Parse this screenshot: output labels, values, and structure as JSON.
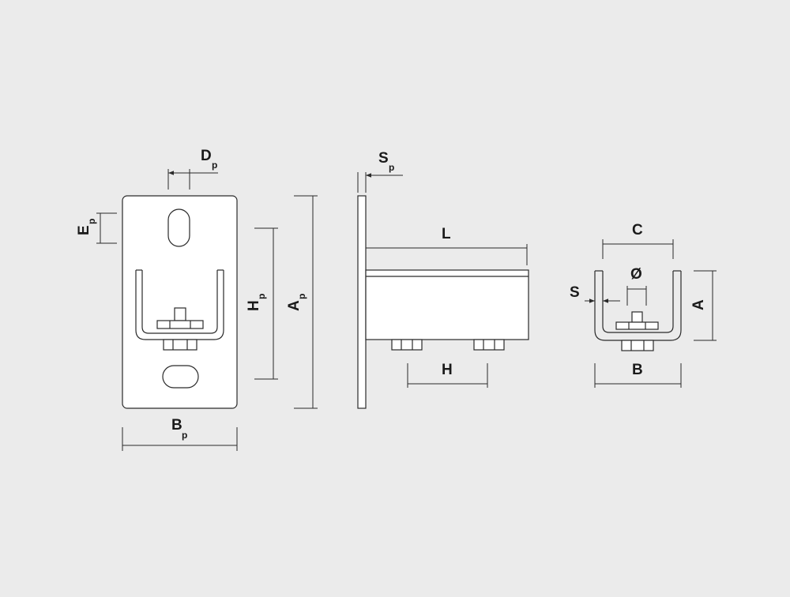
{
  "labels": {
    "dp": {
      "main": "D",
      "sub": "p"
    },
    "ep": {
      "main": "E",
      "sub": "p"
    },
    "hp": {
      "main": "H",
      "sub": "p"
    },
    "ap": {
      "main": "A",
      "sub": "p"
    },
    "bp": {
      "main": "B",
      "sub": "p"
    },
    "sp": {
      "main": "S",
      "sub": "p"
    },
    "l": "L",
    "h": "H",
    "c": "C",
    "phi": "Ø",
    "s": "S",
    "a": "A",
    "b": "B"
  },
  "colors": {
    "background": "#ebebeb",
    "part_fill": "#ffffff",
    "stroke": "#2a2a2a"
  }
}
